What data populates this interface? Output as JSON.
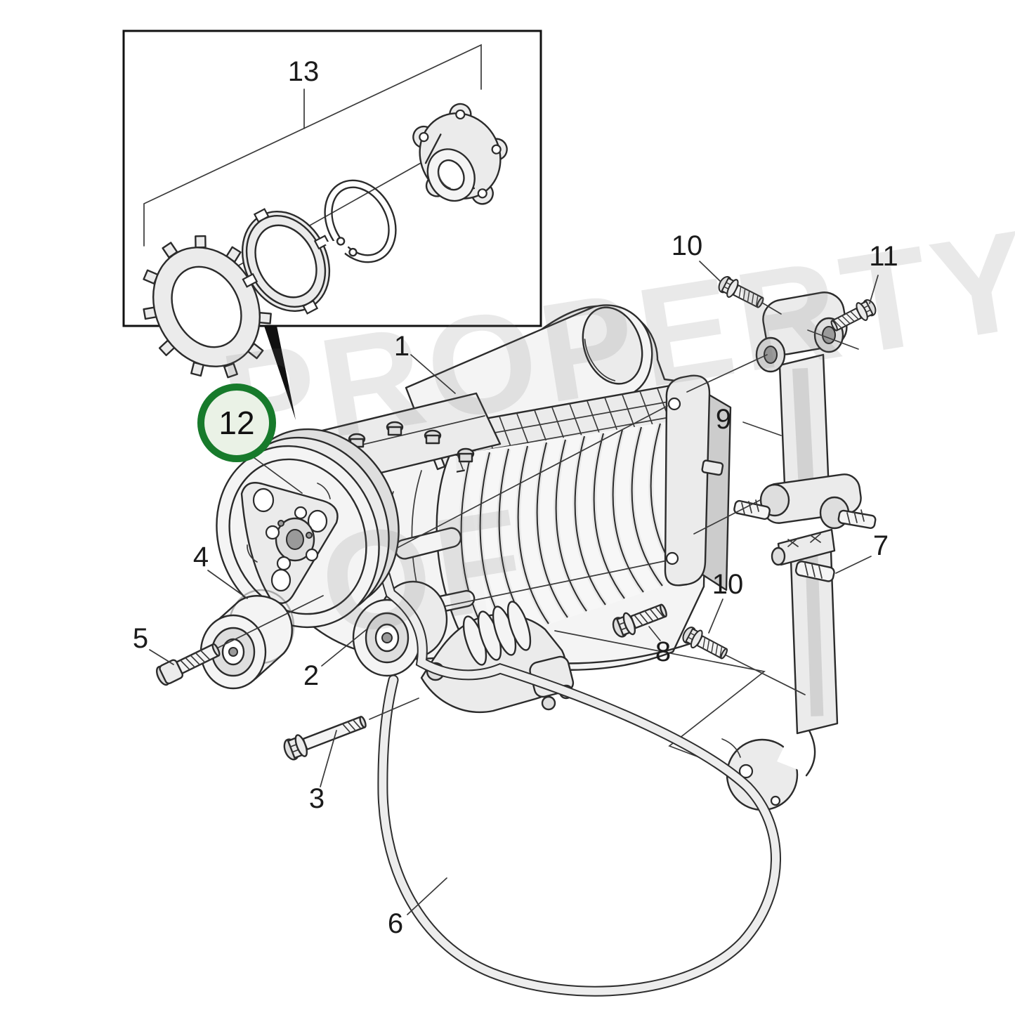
{
  "figure_type": "exploded-parts-diagram",
  "watermark": {
    "line1": "PROPERTY",
    "line2": "OF"
  },
  "highlight": {
    "label": "12",
    "ring_color": "#177a2b"
  },
  "callouts": {
    "c1": "1",
    "c2": "2",
    "c3": "3",
    "c4": "4",
    "c5": "5",
    "c6": "6",
    "c7": "7",
    "c8": "8",
    "c9": "9",
    "c10_upper": "10",
    "c10_lower": "10",
    "c11": "11",
    "c12": "12",
    "c13": "13"
  }
}
